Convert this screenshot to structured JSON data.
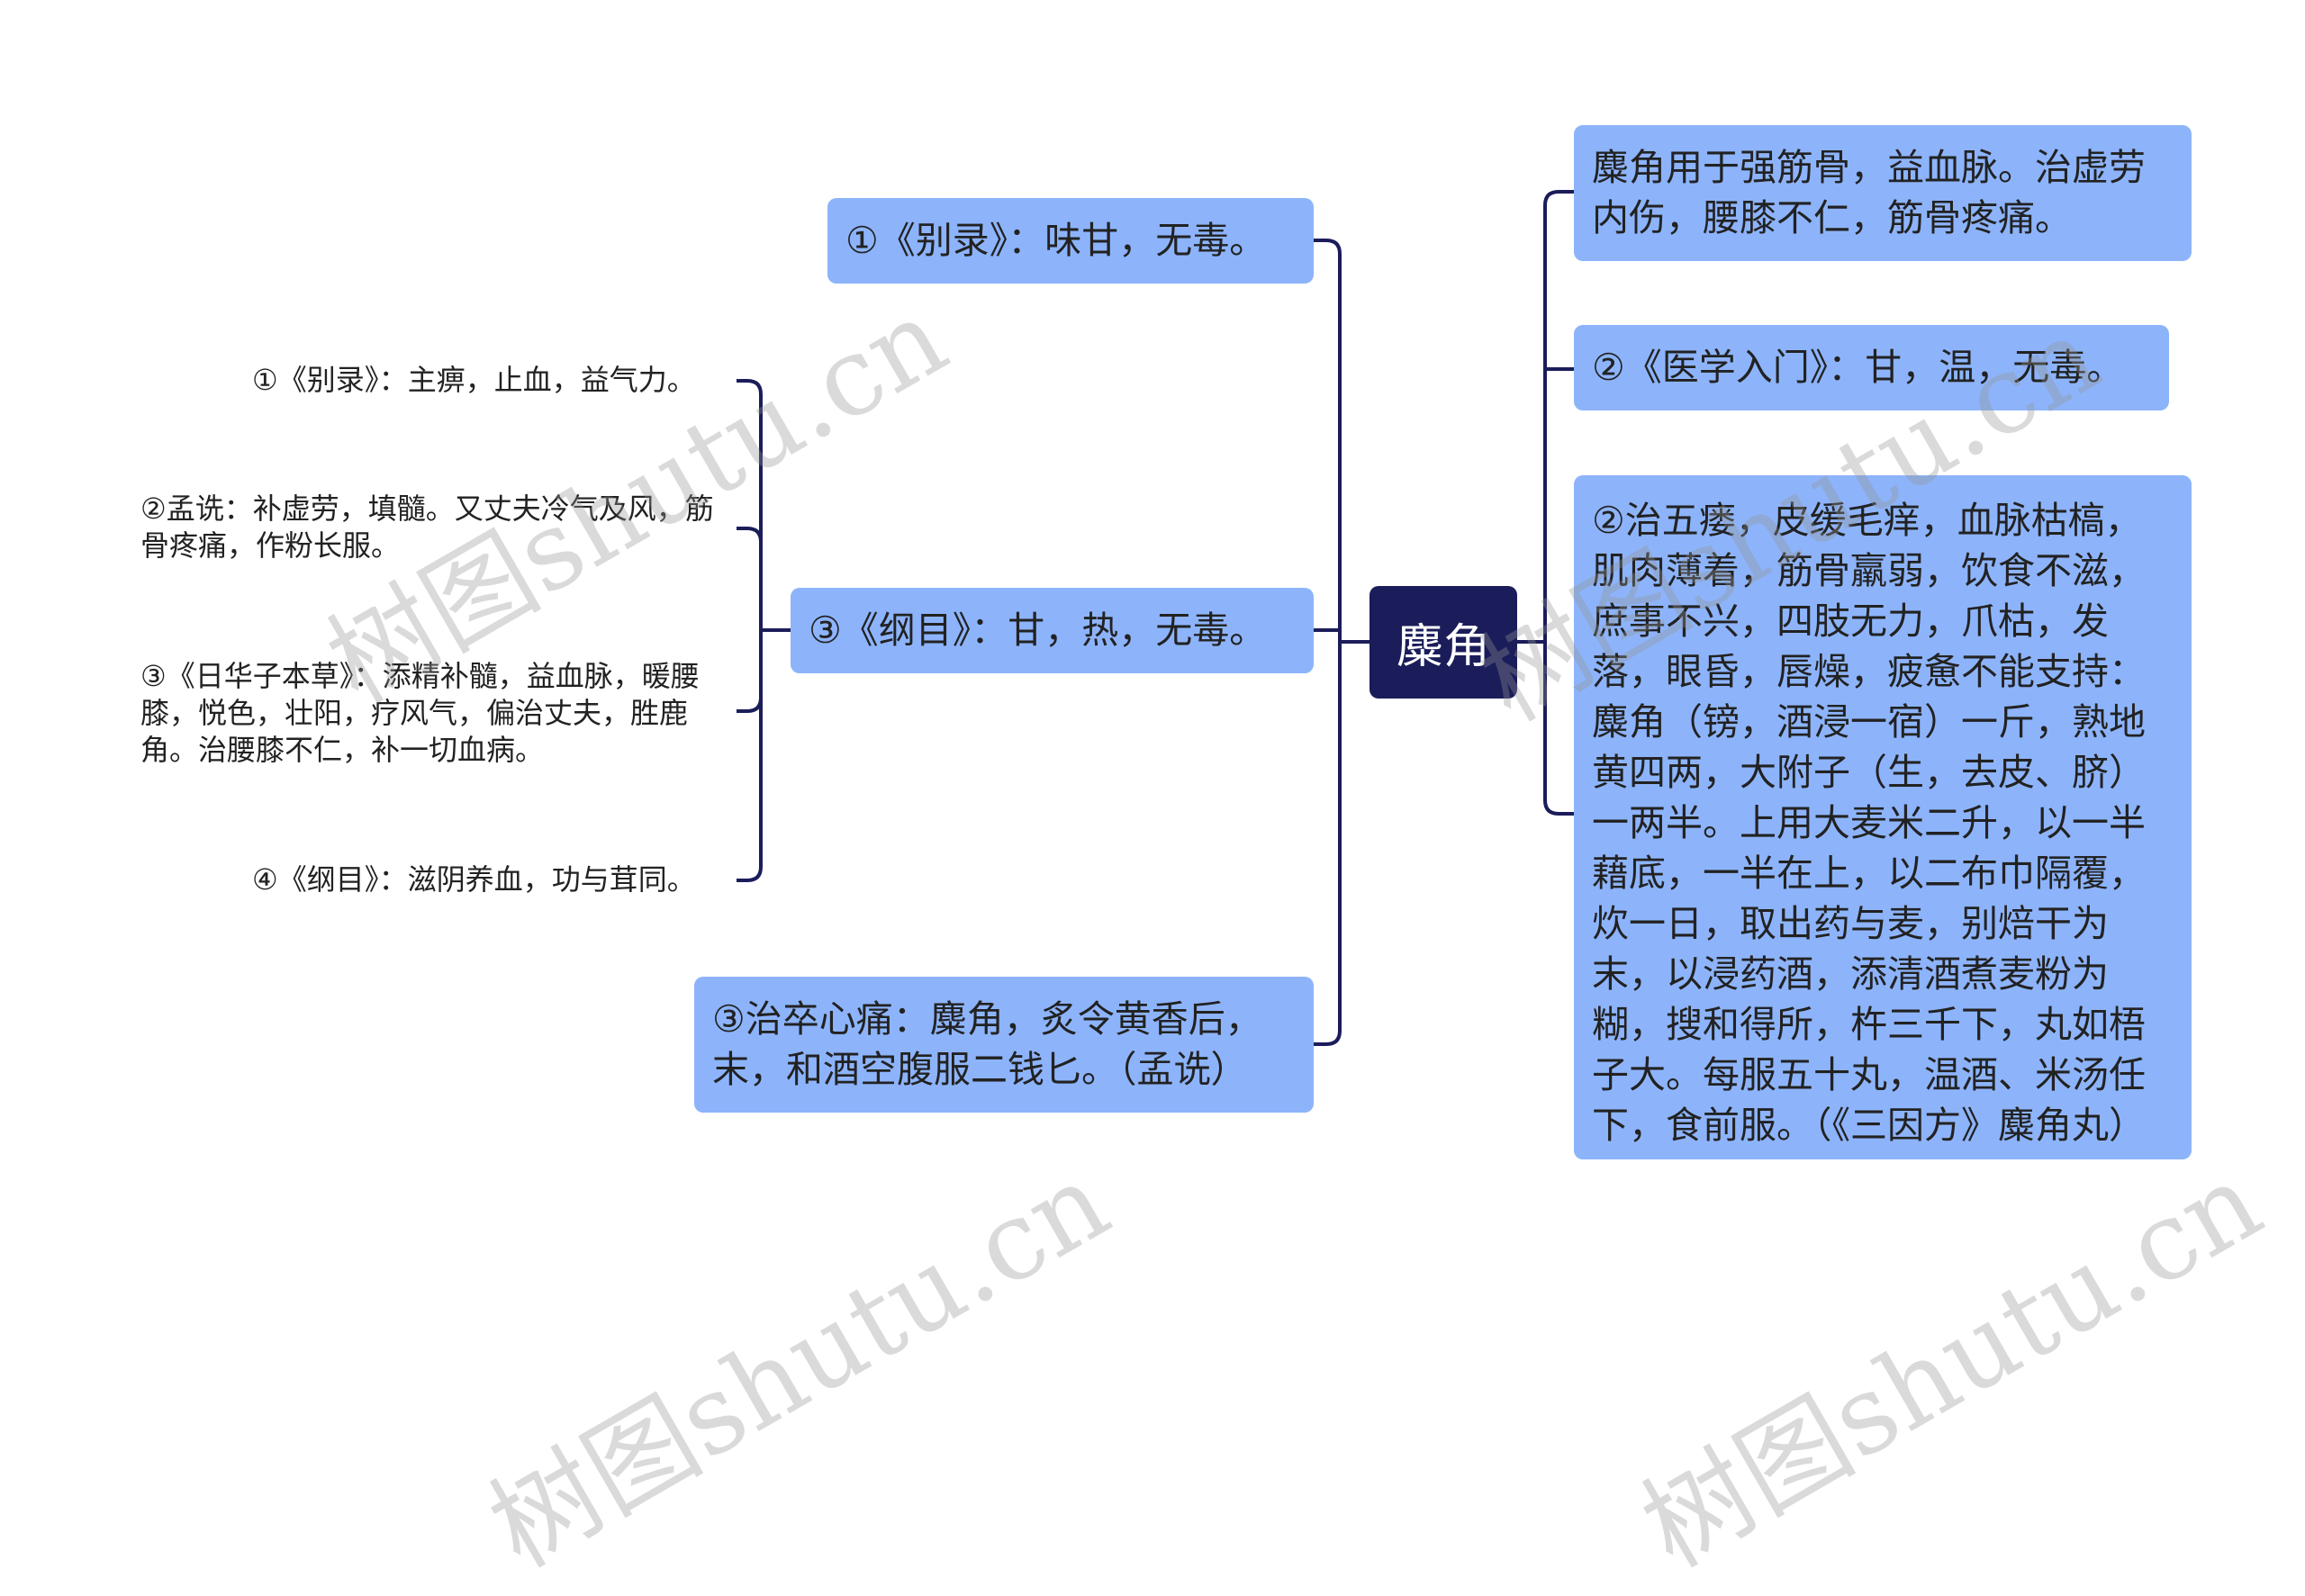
{
  "root": {
    "label": "麋角"
  },
  "right": [
    {
      "text": "麋角用于强筋骨，益血脉。治虚劳内伤，腰膝不仁，筋骨疼痛。"
    },
    {
      "text": "②《医学入门》：甘，温，无毒。"
    },
    {
      "text": "②治五瘘，皮缓毛痒，血脉枯槁，肌肉薄着，筋骨羸弱，饮食不滋，庶事不兴，四肢无力，爪枯，发落，眼昏，唇燥，疲惫不能支持：麋角（镑，酒浸一宿）一斤，熟地黄四两，大附子（生，去皮、脐）一两半。上用大麦米二升，以一半藉底，一半在上，以二布巾隔覆，炊一日，取出药与麦，别焙干为末，以浸药酒，添清酒煮麦粉为糊，搜和得所，杵三千下，丸如梧子大。每服五十丸，温酒、米汤任下，食前服。（《三因方》麋角丸）"
    }
  ],
  "left": [
    {
      "text": "①《别录》：味甘，无毒。"
    },
    {
      "text": "③《纲目》：甘，热，无毒。",
      "children": [
        {
          "text": "①《别录》：主痹，止血，益气力。"
        },
        {
          "text": "②孟诜：补虚劳，填髓。又丈夫冷气及风，筋骨疼痛，作粉长服。"
        },
        {
          "text": "③《日华子本草》：添精补髓，益血脉，暖腰膝，悦色，壮阳，疗风气，偏治丈夫，胜鹿角。治腰膝不仁，补一切血病。"
        },
        {
          "text": "④《纲目》：滋阴养血，功与茸同。"
        }
      ]
    },
    {
      "text": "③治卒心痛：麋角，炙令黄香后，末，和酒空腹服二钱匕。（孟诜）"
    }
  ],
  "watermark": "树图shutu.cn",
  "colors": {
    "root": "#1b1d5a",
    "node": "#8db4fb",
    "line": "#1b1d5a"
  }
}
